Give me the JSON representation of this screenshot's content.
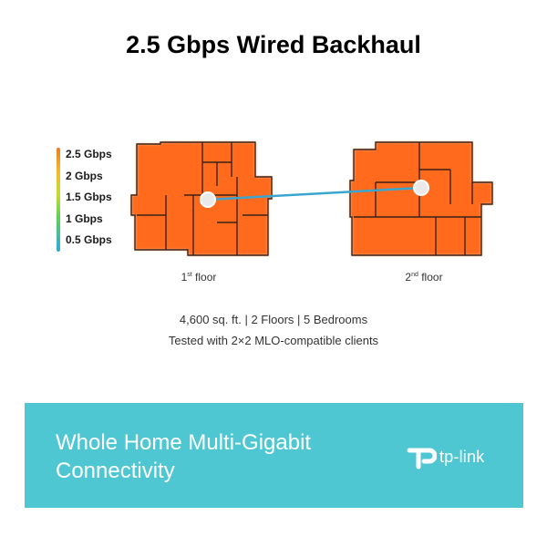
{
  "title": "2.5 Gbps Wired Backhaul",
  "legend": {
    "items": [
      "2.5 Gbps",
      "2 Gbps",
      "1.5 Gbps",
      "1 Gbps",
      "0.5 Gbps"
    ]
  },
  "floors": {
    "first": {
      "label_main": "1",
      "label_sup": "st",
      "label_rest": " floor"
    },
    "second": {
      "label_main": "2",
      "label_sup": "nd",
      "label_rest": " floor"
    }
  },
  "stats": {
    "line1": "4,600 sq. ft. | 2 Floors | 5 Bedrooms",
    "line2": "Tested with 2×2 MLO-compatible clients"
  },
  "banner": {
    "line1": "Whole Home Multi-Gigabit",
    "line2": "Connectivity",
    "logo_text": "tp-link",
    "logo_icon": "tp-link-logo-icon"
  },
  "colors": {
    "heat": "#ff6a1a",
    "backhaul_line": "#3aa6d0",
    "banner": "#4ec7d3"
  }
}
